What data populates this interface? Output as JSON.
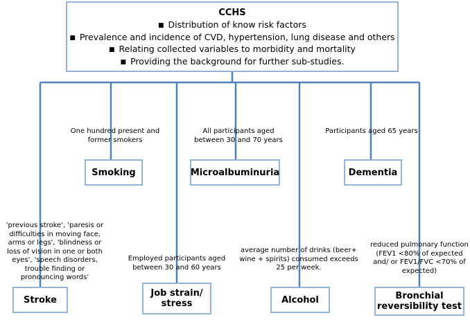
{
  "colors": {
    "line": "#4f81bd",
    "box_border": "#95b3d7"
  },
  "root": {
    "title": "CCHS",
    "bullets": [
      "Distribution of know risk factors",
      "Prevalence and incidence of CVD, hypertension, lung disease and others",
      "Relating collected variables to morbidity and mortality",
      "Providing the background for further sub-studies."
    ]
  },
  "substudies_upper": [
    {
      "label": "Smoking",
      "criteria": "One hundred present and former smokers"
    },
    {
      "label": "Microalbuminuria",
      "criteria": "All participants aged between 30 and 70 years"
    },
    {
      "label": "Dementia",
      "criteria": "Participants aged 65 years"
    }
  ],
  "substudies_lower": [
    {
      "label": "Stroke",
      "criteria": "'previous stroke', 'paresis or difficulties in moving face, arms or legs', 'blindness or loss of vision in one or both eyes', 'speech disorders, trouble finding or pronouncing words'"
    },
    {
      "label": "Job strain/ stress",
      "criteria": "Employed participants aged between 30 and 60 years"
    },
    {
      "label": "Alcohol",
      "criteria": "average number of drinks (beer+ wine + spirits) consumed exceeds 25 per week."
    },
    {
      "label": "Bronchial reversibility test",
      "criteria": "reduced pulmonary function (FEV1 <80% of expected and/ or FEV1/FVC <70% of expected)"
    }
  ]
}
